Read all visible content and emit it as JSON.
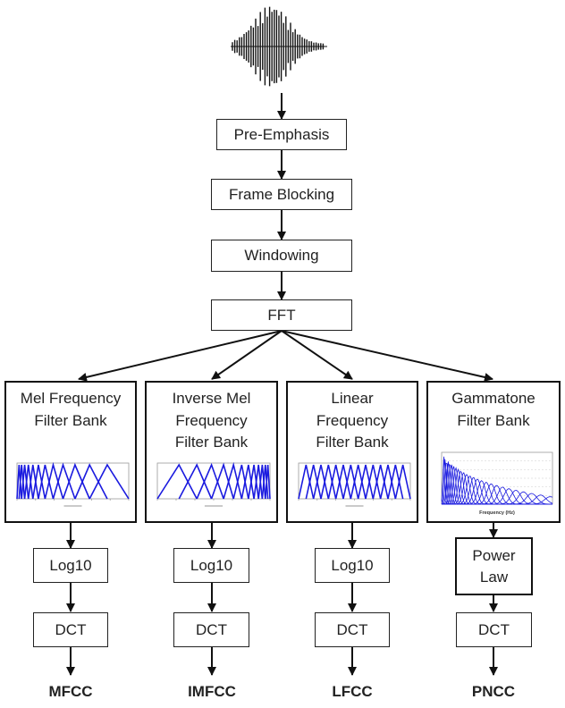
{
  "diagram": {
    "steps": {
      "pre_emphasis": "Pre-Emphasis",
      "frame_blocking": "Frame Blocking",
      "windowing": "Windowing",
      "fft": "FFT"
    },
    "filter_banks": [
      {
        "title": "Mel Frequency\nFilter Bank",
        "plot": "mel-triangular-filters"
      },
      {
        "title": "Inverse Mel\nFrequency\nFilter Bank",
        "plot": "inverse-mel-triangular-filters"
      },
      {
        "title": "Linear\nFrequency\nFilter Bank",
        "plot": "linear-triangular-filters"
      },
      {
        "title": "Gammatone\nFilter Bank",
        "plot": "gammatone-filters"
      }
    ],
    "chains": [
      {
        "stage1": "Log10",
        "stage2": "DCT",
        "output": "MFCC"
      },
      {
        "stage1": "Log10",
        "stage2": "DCT",
        "output": "IMFCC"
      },
      {
        "stage1": "Log10",
        "stage2": "DCT",
        "output": "LFCC"
      },
      {
        "stage1": "Power\nLaw",
        "stage2": "DCT",
        "output": "PNCC"
      }
    ],
    "gammatone_plot_xlabel": "Frequency (Hz)",
    "colors": {
      "filter_line": "#1a1adf",
      "line": "#111111"
    }
  }
}
